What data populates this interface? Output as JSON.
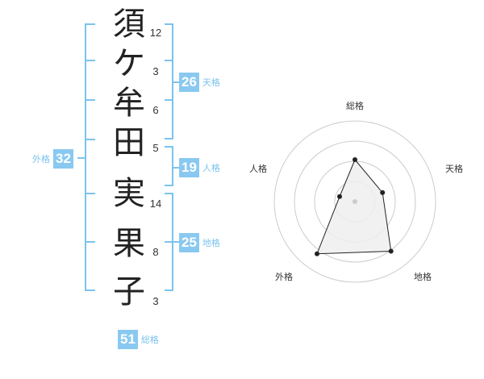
{
  "name": {
    "characters": [
      "須",
      "ケ",
      "牟",
      "田",
      "実",
      "果",
      "子"
    ],
    "strokes": [
      "12",
      "3",
      "6",
      "5",
      "14",
      "8",
      "3"
    ]
  },
  "kakusu": {
    "tenkaku": {
      "value": "26",
      "label": "天格"
    },
    "jinkaku": {
      "value": "19",
      "label": "人格"
    },
    "chikaku": {
      "value": "25",
      "label": "地格"
    },
    "gaikaku": {
      "value": "32",
      "label": "外格"
    },
    "soukaku": {
      "value": "51",
      "label": "総格"
    }
  },
  "colors": {
    "bracket": "#7cc3ee",
    "badge": "#89c9f1",
    "radar_rings": "#cccccc",
    "radar_fill": "#eeeeee",
    "radar_line": "#222222"
  },
  "chart_data": {
    "type": "radar",
    "axes": [
      "総格",
      "天格",
      "地格",
      "外格",
      "人格"
    ],
    "rings": 4,
    "values": [
      2.6,
      1.8,
      3.8,
      4.0,
      1.0
    ],
    "max": 5
  }
}
